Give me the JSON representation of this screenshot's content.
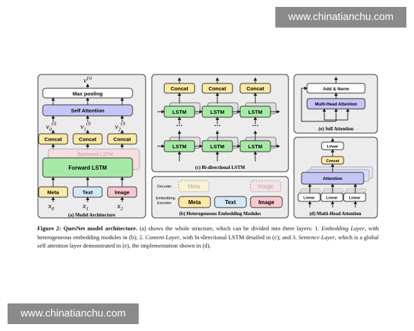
{
  "watermark": "www.chinatianchu.com",
  "panel_a": {
    "top_var": "v",
    "top_var_sup": "(s)",
    "max_pooling": "Max pooling",
    "self_attention": "Self Attention",
    "v_vars": [
      {
        "base": "v",
        "sub": "0",
        "sup": "(i)"
      },
      {
        "base": "v",
        "sub": "1",
        "sup": "(i)"
      },
      {
        "base": "v",
        "sub": "2",
        "sup": "(i)"
      }
    ],
    "concat": "Concat",
    "backward_lstm": "Backward LSTM",
    "forward_lstm": "Forward LSTM",
    "inputs": [
      "Meta",
      "Text",
      "Image"
    ],
    "x_vars": [
      {
        "base": "x",
        "sub": "0"
      },
      {
        "base": "x",
        "sub": "1"
      },
      {
        "base": "x",
        "sub": "2"
      }
    ],
    "caption": "(a) Model Architecture"
  },
  "panel_c": {
    "concat": "Concat",
    "lstm": "LSTM",
    "dots": "⋯",
    "caption": "(c) Bi-directional LSTM"
  },
  "panel_b": {
    "decoder_label": "Decoder",
    "embedding_label": "Embedding",
    "encoder_label": "Encoder",
    "meta": "Meta",
    "text": "Text",
    "image": "Image",
    "caption": "(b) Heterogeneous Embedding Modules"
  },
  "panel_e": {
    "add_norm": "Add & Norm",
    "mha": "Multi-Head Attention",
    "caption": "(e) Self Attention"
  },
  "panel_d": {
    "linear": "Linear",
    "concat": "Concat",
    "attention": "Attention",
    "caption": "(d) Multi-Head Attention"
  },
  "caption": {
    "lead": "Figure 2: QuesNet model architecture.",
    "p1": " (a) shows the whole structure, which can be divided into three layers: 1. ",
    "i1": "Embedding Layer",
    "p2": ", with heterogeneous embedding modules in (b); 2. ",
    "i2": "Content Layer",
    "p3": ", with bi-directional LSTM detailed in (c); and 3. ",
    "i3": "Sentence Layer",
    "p4": ", which is a global self attention layer demonstrated in (e), the implementation shown in (d)."
  },
  "colors": {
    "panel_bg": "#ececec",
    "concat": "#fbe9a6",
    "lstm": "#a6e9a6",
    "attention": "#c5c5f7",
    "text_box": "#d5e7f7",
    "image_box": "#f7c9cf",
    "backward": "#f4dede"
  }
}
